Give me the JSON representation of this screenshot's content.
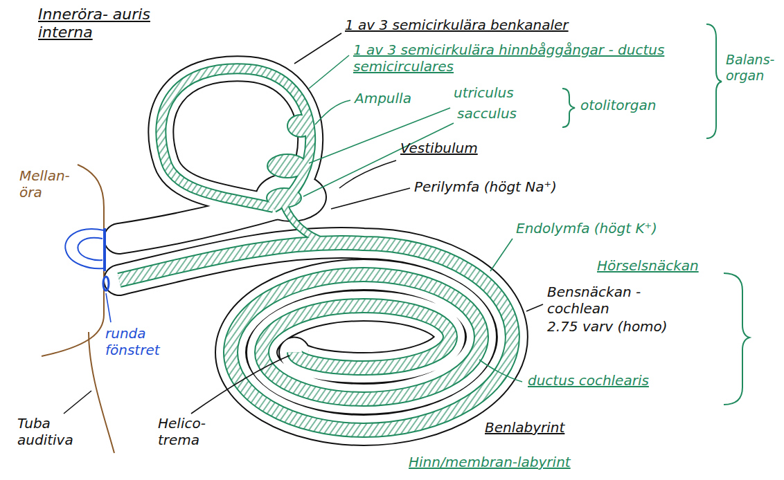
{
  "diagram": {
    "title": "Inneröra- auris interna",
    "labels": [
      "1 av 3 semicirkulära benkanaler",
      "1 av 3 semicirkulära hinnbåggångar - ductus semicirculares",
      "Ampulla",
      "utriculus",
      "sacculus",
      "otolitorgan",
      "Balans- organ",
      "Vestibulum",
      "Perilymfa (högt Na⁺)",
      "Endolymfa (högt K⁺)",
      "Hörselsnäckan",
      "Bensnäckan - cochlean",
      "2.75 varv (homo)",
      "ductus cochlearis",
      "Benlabyrint",
      "Hinn/membran-labyrint",
      "Helico- trema",
      "Mellan- öra",
      "runda fönstret",
      "Tuba auditiva"
    ]
  }
}
